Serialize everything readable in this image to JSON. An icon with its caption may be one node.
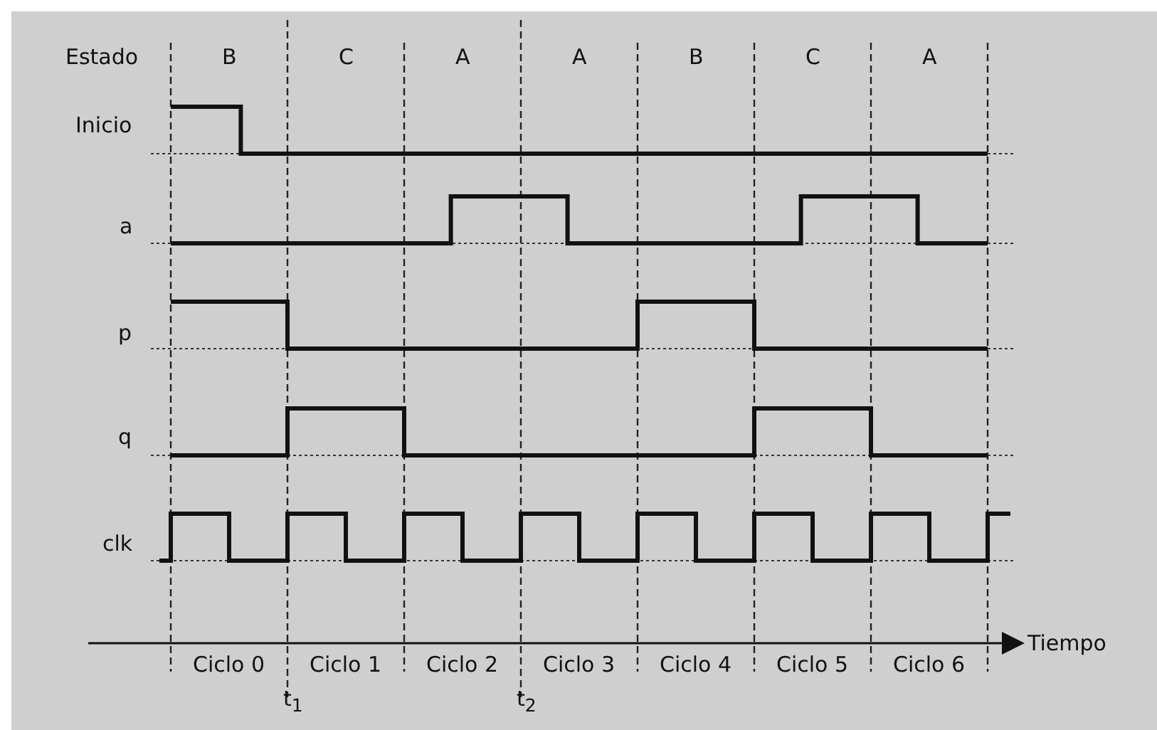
{
  "diagram": {
    "labels": [
      "Estado",
      "B",
      "C",
      "A",
      "A",
      "B",
      "C",
      "A",
      "Inicio",
      "a",
      "p",
      "q",
      "clk",
      "Tiempo",
      "Ciclo 0",
      "Ciclo 1",
      "Ciclo 2",
      "Ciclo 3",
      "Ciclo 4",
      "Ciclo 5",
      "Ciclo 6",
      "t$_{1}$",
      "t$_{2}$"
    ]
  }
}
